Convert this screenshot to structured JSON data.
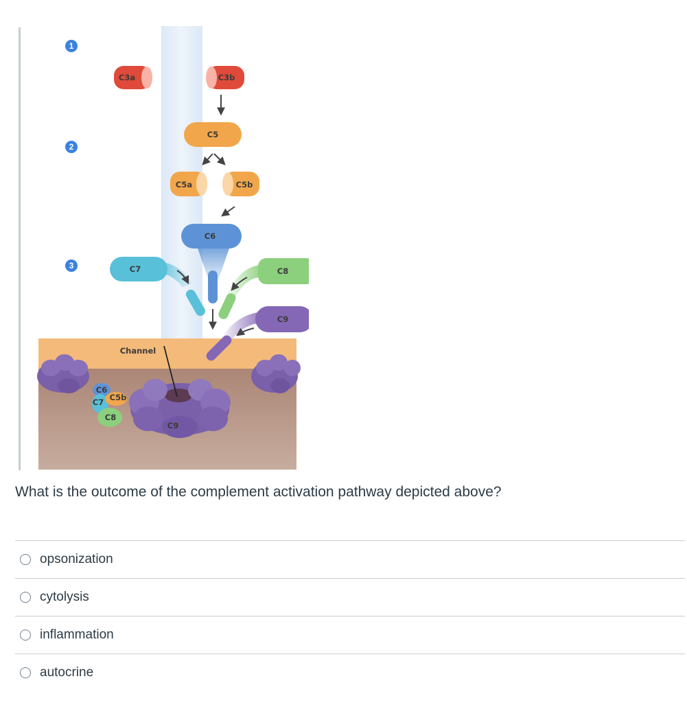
{
  "figure": {
    "steps": [
      "1",
      "2",
      "3"
    ],
    "components": {
      "c3a": "C3a",
      "c3b": "C3b",
      "c5": "C5",
      "c5a": "C5a",
      "c5b": "C5b",
      "c6": "C6",
      "c7": "C7",
      "c8": "C8",
      "c9": "C9",
      "channel": "Channel",
      "complex_c6": "C6",
      "complex_c7": "C7",
      "complex_c5b": "C5b",
      "complex_c8": "C8",
      "pore_c9": "C9"
    },
    "colors": {
      "c3": "#e04a3a",
      "c5": "#f2a64b",
      "c6": "#5d93d6",
      "c7": "#58c0d8",
      "c8": "#8ccf7d",
      "c9": "#8467b5",
      "membrane": "#f4ba7a",
      "cell": "#b29488",
      "step_badge": "#3b82e0"
    }
  },
  "question": {
    "text": "What is the outcome of the complement activation pathway depicted above?"
  },
  "answers": [
    {
      "label": "opsonization"
    },
    {
      "label": "cytolysis"
    },
    {
      "label": "inflammation"
    },
    {
      "label": "autocrine"
    }
  ]
}
